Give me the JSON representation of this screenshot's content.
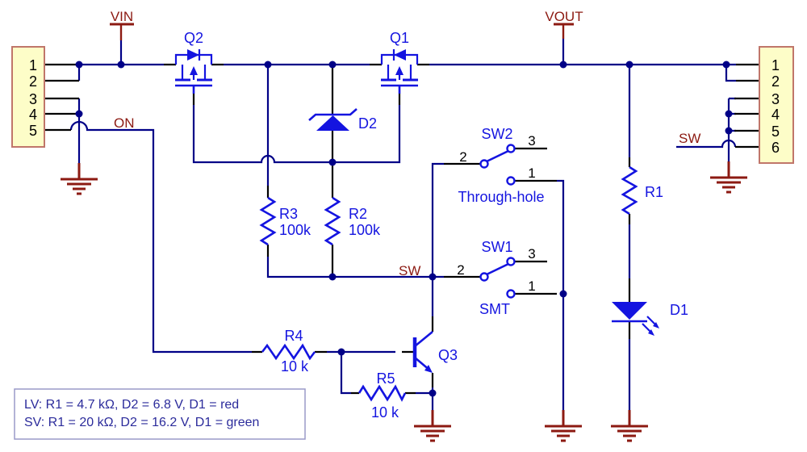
{
  "colors": {
    "wire": "#000087",
    "pin": "#000000",
    "component": "#1414e0",
    "power": "#8c1a12",
    "connector_fill": "#fdfdc8",
    "connector_border": "#c0766a",
    "note_border": "#9a9ac8",
    "note_text": "#2b2b9b"
  },
  "power_flags": {
    "vin": "VIN",
    "vout": "VOUT"
  },
  "net_labels": {
    "on": "ON",
    "sw": "SW",
    "sw_out": "SW"
  },
  "connectors": {
    "left": {
      "pins": [
        "1",
        "2",
        "3",
        "4",
        "5"
      ]
    },
    "right": {
      "pins": [
        "1",
        "2",
        "3",
        "4",
        "5",
        "6"
      ]
    }
  },
  "components": {
    "q1": {
      "ref": "Q1"
    },
    "q2": {
      "ref": "Q2"
    },
    "q3": {
      "ref": "Q3"
    },
    "d1": {
      "ref": "D1"
    },
    "d2": {
      "ref": "D2"
    },
    "r1": {
      "ref": "R1"
    },
    "r2": {
      "ref": "R2",
      "value": "100k"
    },
    "r3": {
      "ref": "R3",
      "value": "100k"
    },
    "r4": {
      "ref": "R4",
      "value": "10 k"
    },
    "r5": {
      "ref": "R5",
      "value": "10 k"
    },
    "sw1": {
      "ref": "SW1",
      "type_label": "SMT",
      "pin1": "1",
      "pin2": "2",
      "pin3": "3"
    },
    "sw2": {
      "ref": "SW2",
      "type_label": "Through-hole",
      "pin1": "1",
      "pin2": "2",
      "pin3": "3"
    }
  },
  "note": {
    "line1": "LV: R1 = 4.7 kΩ, D2 = 6.8 V, D1 = red",
    "line2": "SV: R1 = 20 kΩ, D2 = 16.2 V, D1 = green"
  }
}
